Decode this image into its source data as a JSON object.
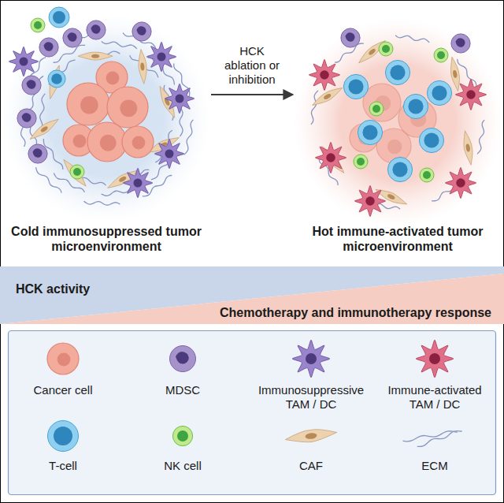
{
  "diagram": {
    "nodes": [
      {
        "text": [
          "Cold immunosuppressed tumor microenvironment"
        ]
      },
      {
        "text": [
          "Hot immune-activated tumor microenvironment"
        ]
      }
    ],
    "edges": [
      {
        "from": 0,
        "to": 1,
        "arrow": "to",
        "label": "HCK ablation or inhibition"
      }
    ],
    "labels": [
      "HCK activity",
      "Chemotherapy and immunotherapy response"
    ],
    "legend": [
      {
        "text": "Cancer cell"
      },
      {
        "text": "MDSC"
      },
      {
        "text": "Immunosuppressive TAM / DC"
      },
      {
        "text": "Immune-activated TAM / DC"
      },
      {
        "text": "T-cell"
      },
      {
        "text": "NK cell"
      },
      {
        "text": "CAF"
      },
      {
        "text": "ECM"
      }
    ]
  }
}
